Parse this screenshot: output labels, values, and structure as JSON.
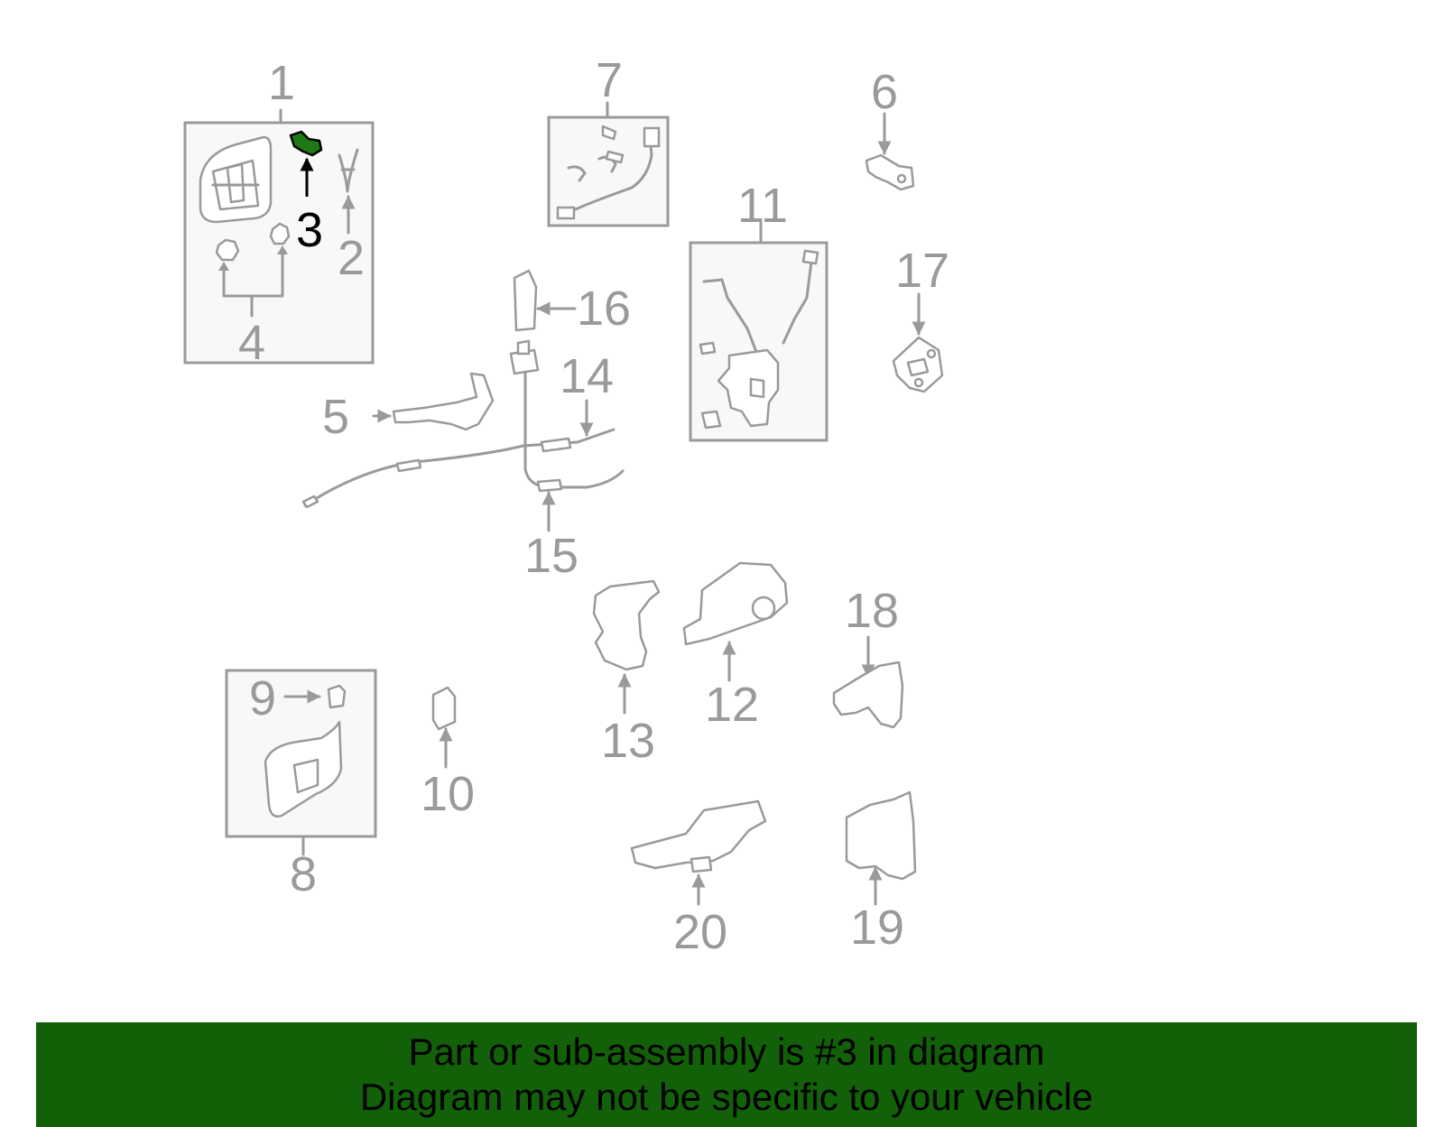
{
  "diagram": {
    "callouts": [
      "1",
      "2",
      "3",
      "4",
      "5",
      "6",
      "7",
      "8",
      "9",
      "10",
      "11",
      "12",
      "13",
      "14",
      "15",
      "16",
      "17",
      "18",
      "19",
      "20"
    ],
    "highlighted_part": "3"
  },
  "banner": {
    "line1": "Part or sub-assembly is #3 in diagram",
    "line2": "Diagram may not be specific to your vehicle",
    "background": "#126109"
  },
  "colors": {
    "parts": "#9a9a9a",
    "highlight": "#1f7a14"
  }
}
